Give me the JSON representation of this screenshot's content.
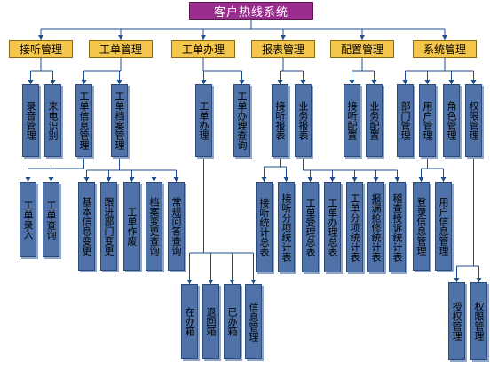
{
  "colors": {
    "root_fill": "#9b2d8f",
    "level1_fill": "#f4c64b",
    "leaf_fill": "#4f73a8",
    "line": "#1f4e8c"
  },
  "title": "客户热线系统",
  "modules": [
    {
      "label": "接听管理",
      "children": [
        {
          "label": "录音管理"
        },
        {
          "label": "来电识别"
        }
      ]
    },
    {
      "label": "工单管理",
      "children": [
        {
          "label": "工单信息管理",
          "children": [
            {
              "label": "工单录入"
            },
            {
              "label": "工单查询"
            }
          ]
        },
        {
          "label": "工单档案管理",
          "children": [
            {
              "label": "基本信息变更"
            },
            {
              "label": "跟进部门变更"
            },
            {
              "label": "工单作废"
            },
            {
              "label": "档案变更查询"
            },
            {
              "label": "常规问答查询"
            }
          ]
        }
      ]
    },
    {
      "label": "工单办理",
      "children": [
        {
          "label": "工单办理",
          "children": [
            {
              "label": "在办箱"
            },
            {
              "label": "退回箱"
            },
            {
              "label": "已办箱"
            },
            {
              "label": "信息管理"
            }
          ]
        },
        {
          "label": "工单办理查询"
        }
      ]
    },
    {
      "label": "报表管理",
      "children": [
        {
          "label": "接听报表",
          "children": [
            {
              "label": "接听统计总表"
            },
            {
              "label": "接听分项统计表"
            }
          ]
        },
        {
          "label": "业务报表",
          "children": [
            {
              "label": "工单受理总表"
            },
            {
              "label": "工单办理总表"
            },
            {
              "label": "工单分项统计表"
            },
            {
              "label": "报漏抢修统计表"
            },
            {
              "label": "稽查投诉统计表"
            }
          ]
        }
      ]
    },
    {
      "label": "配置管理",
      "children": [
        {
          "label": "接听配置"
        },
        {
          "label": "业务配置"
        }
      ]
    },
    {
      "label": "系统管理",
      "children": [
        {
          "label": "部门管理"
        },
        {
          "label": "用户管理",
          "children": [
            {
              "label": "登录信息管理"
            },
            {
              "label": "用户信息管理"
            }
          ]
        },
        {
          "label": "角色管理"
        },
        {
          "label": "权限管理",
          "children": [
            {
              "label": "授权管理"
            },
            {
              "label": "权限管理"
            }
          ]
        }
      ]
    }
  ]
}
